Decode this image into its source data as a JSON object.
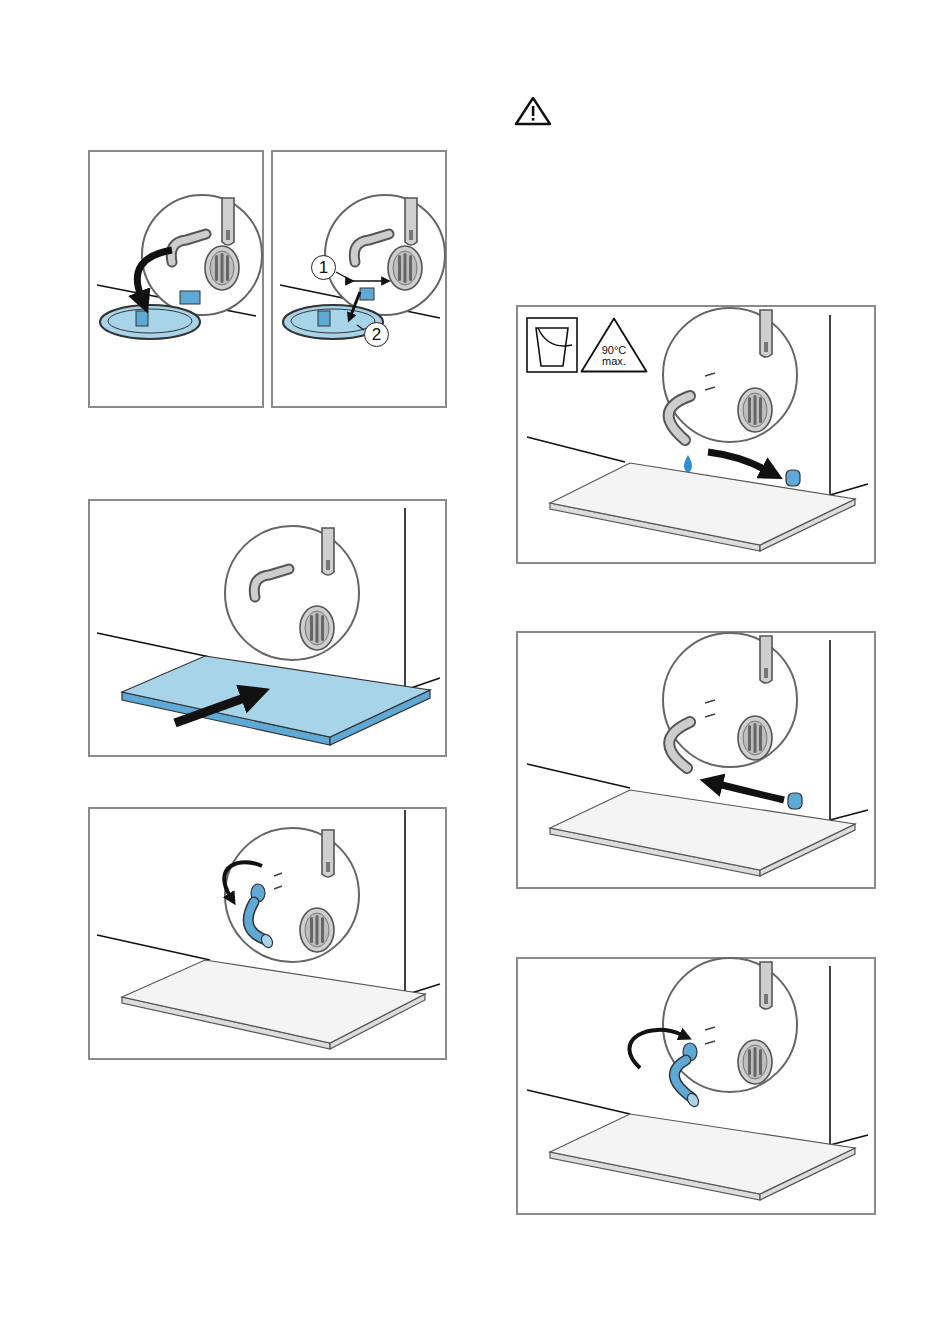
{
  "diagram": {
    "nodes": [
      {
        "text": [
          "90°C max."
        ]
      }
    ],
    "labels": [
      "1",
      "2"
    ]
  }
}
